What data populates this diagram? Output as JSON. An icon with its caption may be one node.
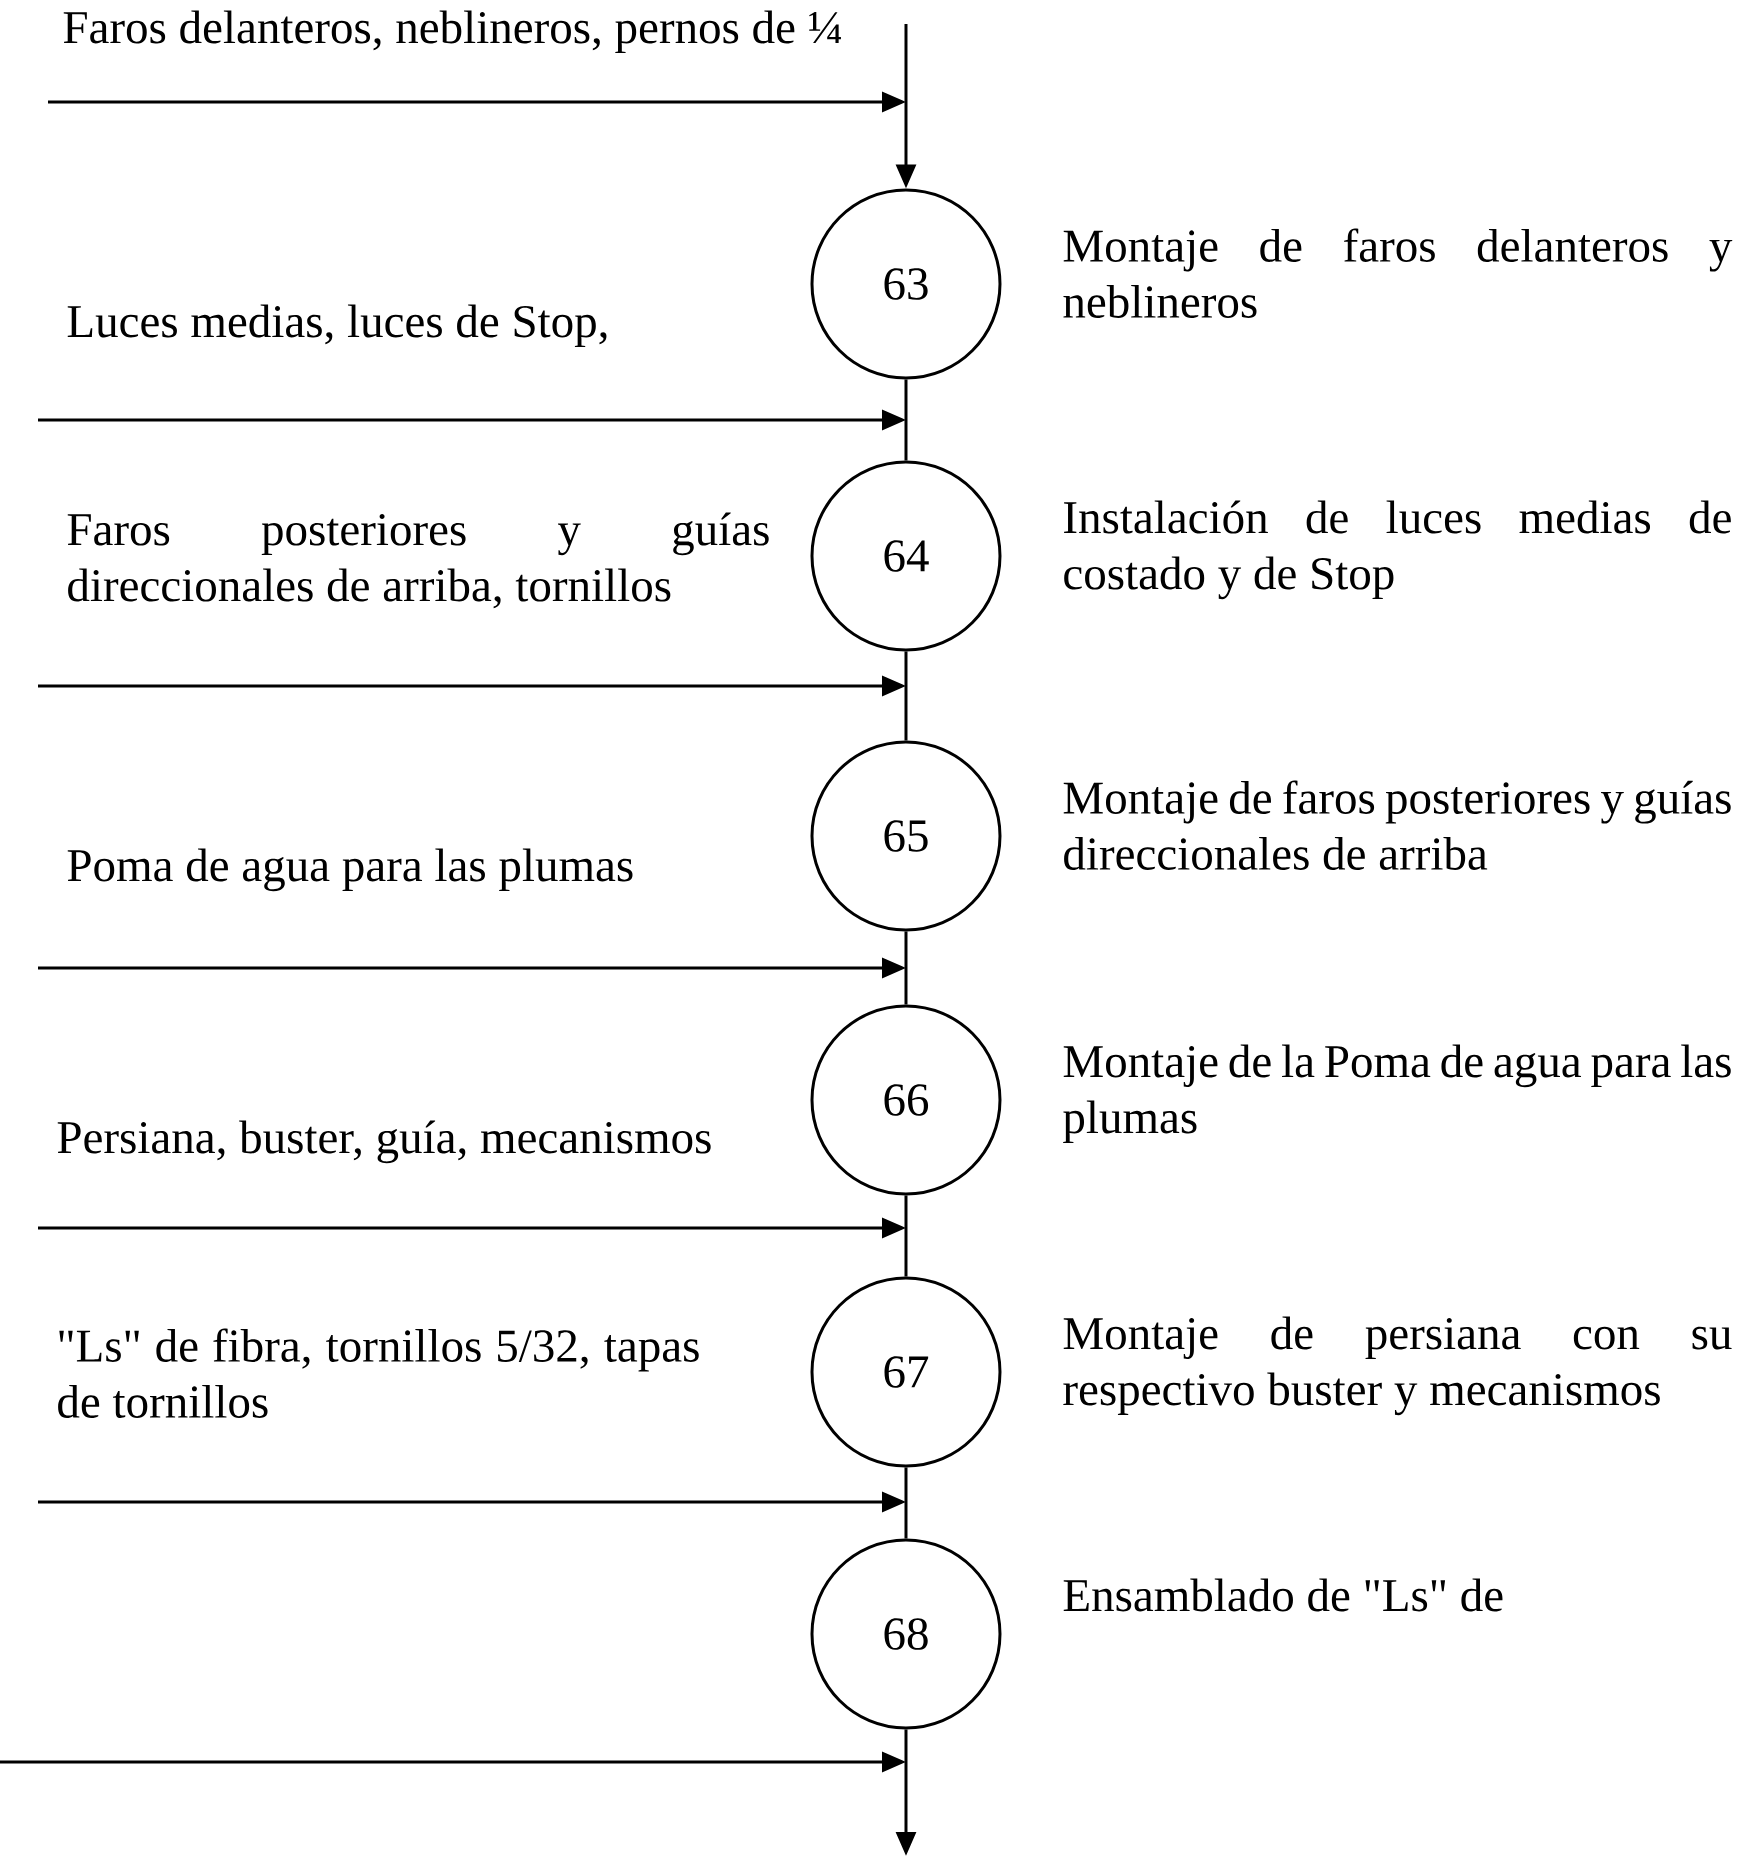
{
  "diagram": {
    "nodes": [
      {
        "text": [
          "63"
        ],
        "beside": [
          "Montaje de faros delanteros y neblineros"
        ]
      },
      {
        "text": [
          "64"
        ],
        "beside": [
          "Instalación de luces medias de costado y de Stop"
        ]
      },
      {
        "text": [
          "65"
        ],
        "beside": [
          "Montaje de faros posteriores y guías direccionales de arriba"
        ]
      },
      {
        "text": [
          "66"
        ],
        "beside": [
          "Montaje de la Poma de agua para las plumas"
        ]
      },
      {
        "text": [
          "67"
        ],
        "beside": [
          "Montaje de persiana con su respectivo buster y mecanismos"
        ]
      },
      {
        "text": [
          "68"
        ],
        "beside": [
          "Ensamblado de \"Ls\" de"
        ]
      }
    ],
    "edges": [
      {
        "from": null,
        "to": 0,
        "arrow": "to"
      },
      {
        "from": 0,
        "to": 1,
        "arrow": "none"
      },
      {
        "from": 1,
        "to": 2,
        "arrow": "none"
      },
      {
        "from": 2,
        "to": 3,
        "arrow": "none"
      },
      {
        "from": 3,
        "to": 4,
        "arrow": "none"
      },
      {
        "from": 4,
        "to": 5,
        "arrow": "none"
      },
      {
        "from": 5,
        "to": null,
        "arrow": "to"
      },
      {
        "from": null,
        "to": 0,
        "arrow": "to",
        "label": "Faros delanteros, neblineros, pernos de ¼"
      },
      {
        "from": null,
        "to": 1,
        "arrow": "to",
        "label": "Luces medias, luces de Stop,"
      },
      {
        "from": null,
        "to": 2,
        "arrow": "to",
        "label": "Faros posteriores y guías direccionales de arriba, tornillos"
      },
      {
        "from": null,
        "to": 3,
        "arrow": "to",
        "label": "Poma de agua para las plumas"
      },
      {
        "from": null,
        "to": 4,
        "arrow": "to",
        "label": "Persiana, buster, guía, mecanismos"
      },
      {
        "from": null,
        "to": 5,
        "arrow": "to",
        "label": "\"Ls\" de fibra, tornillos 5/32, tapas de tornillos"
      }
    ]
  }
}
